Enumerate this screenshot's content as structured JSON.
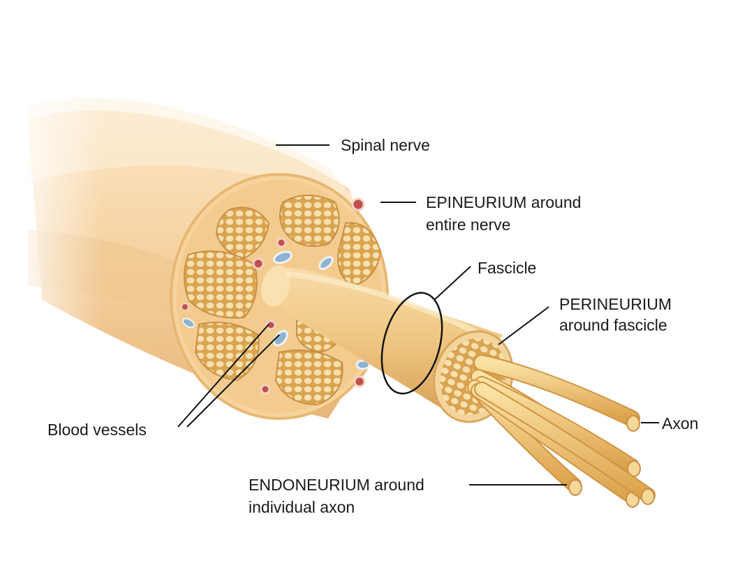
{
  "colors": {
    "nerve_fill": "#f3c98d",
    "fascicle_fill": "#e6b86a",
    "axon_fill": "#f0c070",
    "vessel_red": "#c0504d",
    "vessel_blue": "#8fb3cf",
    "leader": "#111111"
  },
  "labels": {
    "spinal_nerve": "Spinal nerve",
    "epineurium_line1": "EPINEURIUM around",
    "epineurium_line2": "entire nerve",
    "fascicle": "Fascicle",
    "perineurium_line1": "PERINEURIUM",
    "perineurium_line2": "around fascicle",
    "blood_vessels": "Blood vessels",
    "axon": "Axon",
    "endoneurium_line1": "ENDONEURIUM around",
    "endoneurium_line2": "individual axon"
  }
}
